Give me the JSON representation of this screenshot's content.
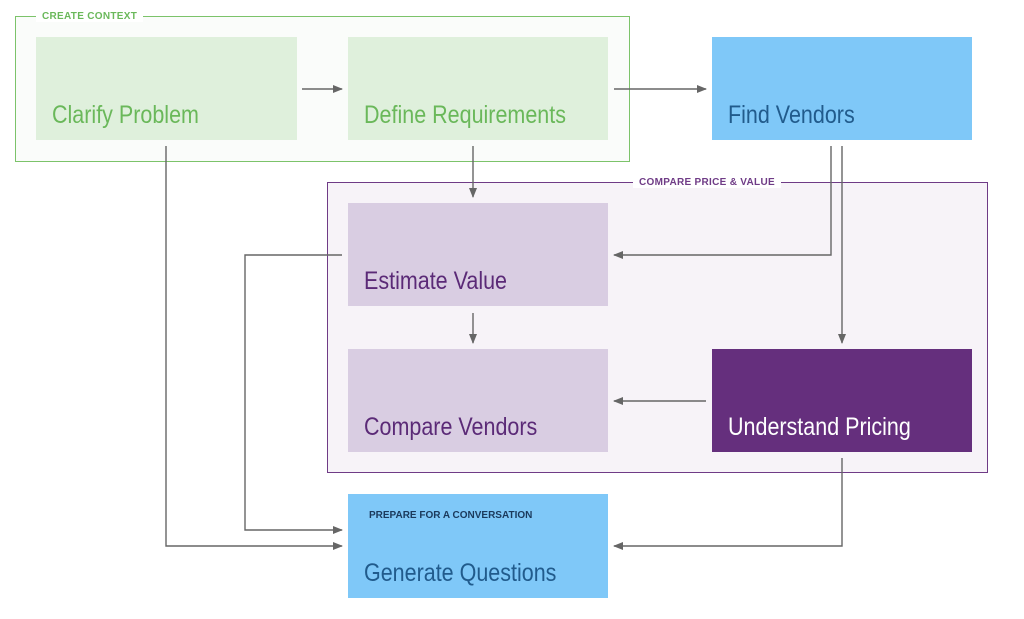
{
  "colors": {
    "green_border": "#7cc36a",
    "green_fill": "#dff0dc",
    "green_text": "#6ab85a",
    "green_group_bg": "#fafcfa",
    "blue_fill": "#7fc8f8",
    "blue_text": "#215b8c",
    "purple_border": "#6f3b86",
    "purple_group_bg": "#f7f3f8",
    "lavender_fill": "#d9cde2",
    "purple_text": "#5b2a77",
    "dark_purple_fill": "#652f7d",
    "white_text": "#ffffff",
    "arrow": "#666666"
  },
  "groups": {
    "create_context": {
      "label": "CREATE CONTEXT"
    },
    "compare_price_value": {
      "label": "COMPARE PRICE & VALUE"
    }
  },
  "boxes": {
    "clarify_problem": {
      "title": "Clarify Problem"
    },
    "define_requirements": {
      "title": "Define Requirements"
    },
    "find_vendors": {
      "title": "Find Vendors"
    },
    "estimate_value": {
      "title": "Estimate Value"
    },
    "compare_vendors": {
      "title": "Compare Vendors"
    },
    "understand_pricing": {
      "title": "Understand Pricing"
    },
    "generate_questions": {
      "title": "Generate Questions",
      "subtitle": "PREPARE FOR A CONVERSATION"
    }
  }
}
